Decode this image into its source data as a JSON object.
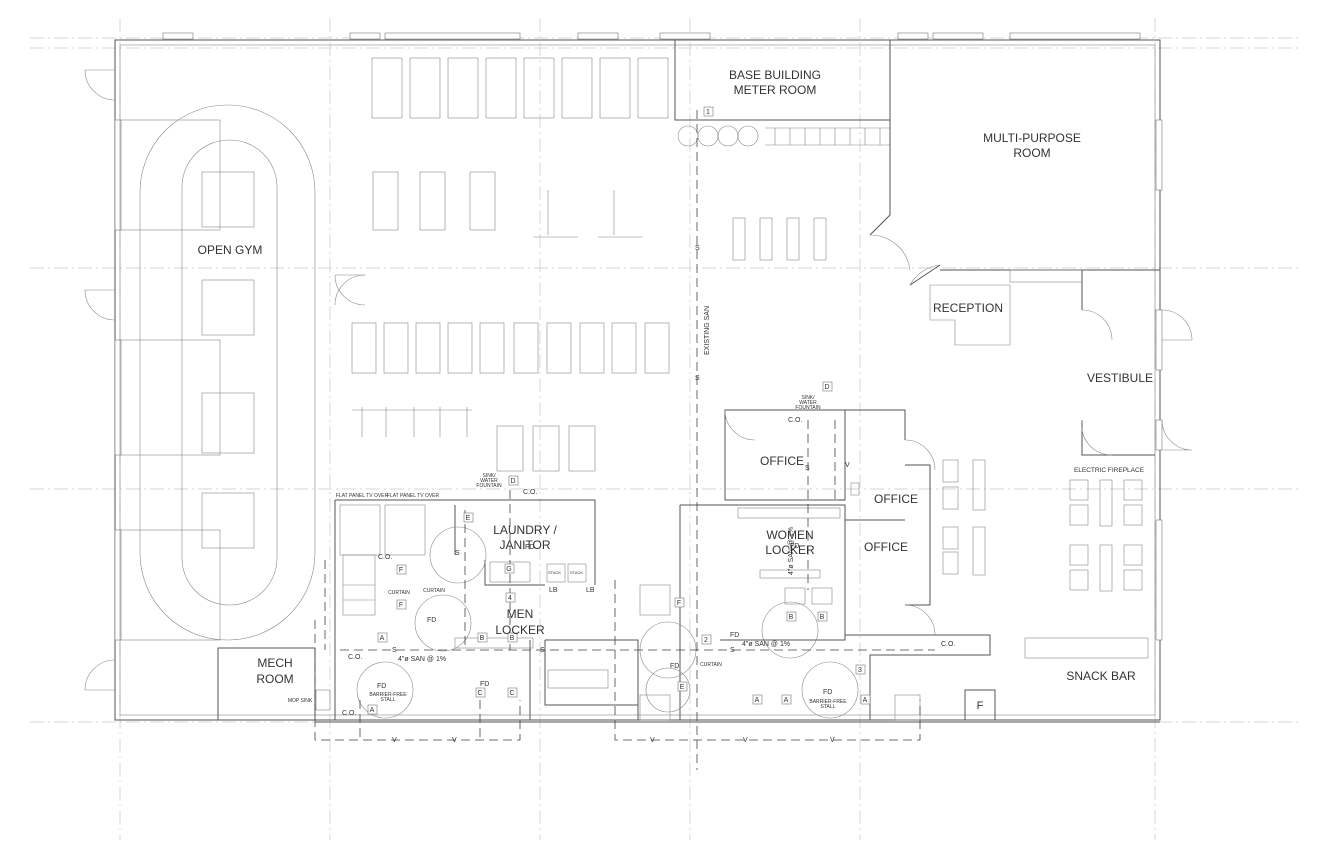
{
  "rooms": {
    "open_gym": "OPEN GYM",
    "meter_room_line1": "BASE BUILDING",
    "meter_room_line2": "METER ROOM",
    "multipurpose_line1": "MULTI-PURPOSE",
    "multipurpose_line2": "ROOM",
    "reception": "RECEPTION",
    "vestibule": "VESTIBULE",
    "office_1": "OFFICE",
    "office_2": "OFFICE",
    "office_3": "OFFICE",
    "laundry_line1": "LAUNDRY /",
    "laundry_line2": "JANITOR",
    "men_line1": "MEN",
    "men_line2": "LOCKER",
    "women_line1": "WOMEN",
    "women_line2": "LOCKER",
    "mech_line1": "MECH",
    "mech_line2": "ROOM",
    "snack_bar": "SNACK BAR"
  },
  "notes": {
    "existing_san": "EXISTING SAN",
    "electric_fireplace": "ELECTRIC FIREPLACE",
    "flat_panel_1": "FLAT PANEL TV OVER",
    "flat_panel_2": "FLAT PANEL TV OVER",
    "water_fountain_1_line1": "SINK/",
    "water_fountain_1_line2": "WATER",
    "water_fountain_1_line3": "FOUNTAIN",
    "water_fountain_2_line1": "SINK/",
    "water_fountain_2_line2": "WATER",
    "water_fountain_2_line3": "FOUNTAIN",
    "barrier_free_1_line1": "BARRIER-FREE",
    "barrier_free_1_line2": "STALL",
    "barrier_free_2_line1": "BARRIER-FREE",
    "barrier_free_2_line2": "STALL",
    "curtain_1": "CURTAIN",
    "curtain_2": "CURTAIN",
    "curtain_3": "CURTAIN",
    "mop_sink": "MOP SINK",
    "san_men": "4\"ø SAN @ 1%",
    "san_women": "4\"ø SAN @ 1%",
    "san_vertical": "4\"ø SAN @ 1%"
  },
  "fixtures": {
    "co": "C.O.",
    "fd": "FD",
    "lb": "LB",
    "s": "S",
    "v": "V",
    "stack": "STACK"
  },
  "tags": [
    "1",
    "2",
    "3",
    "4",
    "A",
    "B",
    "C",
    "D",
    "E",
    "F",
    "G"
  ]
}
